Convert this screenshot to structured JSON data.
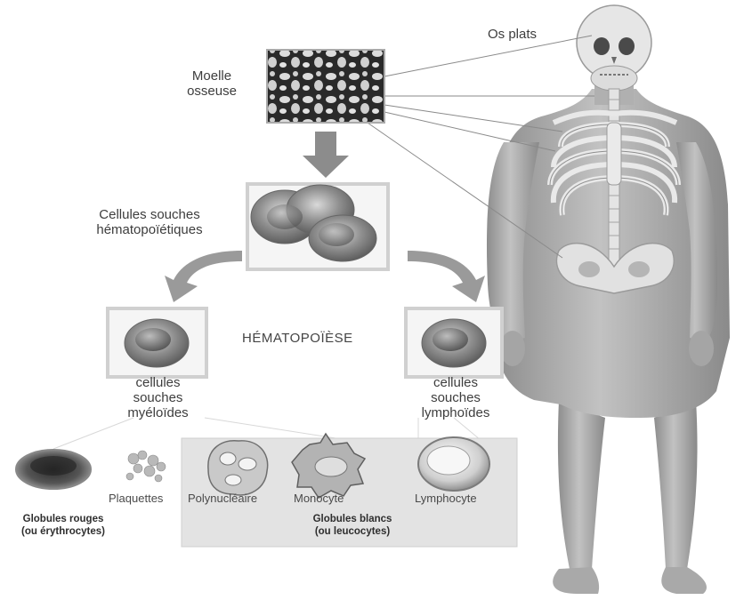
{
  "labels": {
    "os_plats": "Os plats",
    "moelle": [
      "Moelle",
      "osseuse"
    ],
    "cellules_souches": [
      "Cellules souches",
      "hématopoïétiques"
    ],
    "hematopoiese": "HÉMATOPOÏÈSE",
    "myeloides": [
      "cellules",
      "souches",
      "myéloïdes"
    ],
    "lymphoides": [
      "cellules",
      "souches",
      "lymphoïdes"
    ],
    "plaquettes": "Plaquettes",
    "polynucleaire": "Polynucléaire",
    "monocyte": "Monocyte",
    "lymphocyte": "Lymphocyte",
    "globules_rouges": [
      "Globules rouges",
      "(ou érythrocytes)"
    ],
    "globules_blancs": [
      "Globules blancs",
      "(ou leucocytes)"
    ]
  },
  "colors": {
    "arrow": "#8c8c8c",
    "skin": "#b3b3b3",
    "bone": "#e8e8e8",
    "panel": "#e6e6e6",
    "line": "#8a8a8a"
  }
}
